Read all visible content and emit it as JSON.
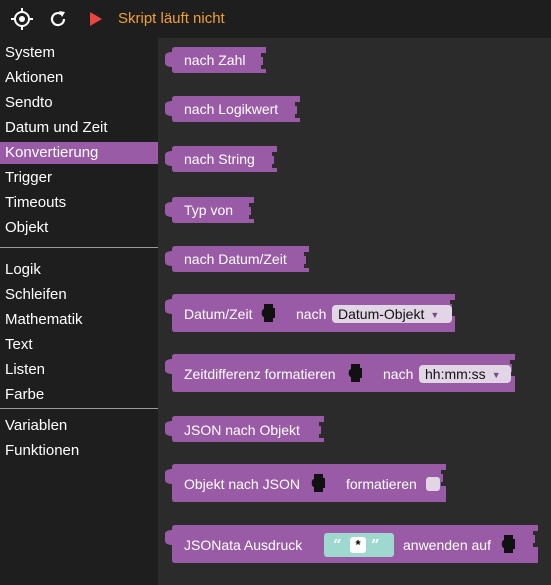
{
  "toolbar": {
    "status": "Skript läuft nicht",
    "icons": [
      "target-icon",
      "refresh-icon",
      "play-icon"
    ],
    "status_color": "#f0a030"
  },
  "sidebar": {
    "selected_color": "#995ba5",
    "groups": [
      [
        "System",
        "Aktionen",
        "Sendto",
        "Datum und Zeit",
        "Konvertierung",
        "Trigger",
        "Timeouts",
        "Objekt"
      ],
      [
        "Logik",
        "Schleifen",
        "Mathematik",
        "Text",
        "Listen",
        "Farbe"
      ],
      [
        "Variablen",
        "Funktionen"
      ]
    ],
    "selected": "Konvertierung"
  },
  "workspace": {
    "block_color": "#995ba5",
    "blocks": {
      "to_number": "nach Zahl",
      "to_boolean": "nach Logikwert",
      "to_string": "nach String",
      "type_of": "Typ von",
      "to_datetime": "nach Datum/Zeit",
      "date_convert": {
        "label": "Datum/Zeit",
        "mid": "nach",
        "dropdown": "Datum-Objekt"
      },
      "timediff": {
        "label": "Zeitdifferenz formatieren",
        "mid": "nach",
        "dropdown": "hh:mm:ss"
      },
      "json_to_object": "JSON nach Objekt",
      "object_to_json": {
        "label": "Objekt nach JSON",
        "mid": "formatieren"
      },
      "jsonata": {
        "label": "JSONata Ausdruck",
        "string_value": "*",
        "open_quote": "“",
        "close_quote": "”",
        "mid": "anwenden auf"
      }
    }
  }
}
